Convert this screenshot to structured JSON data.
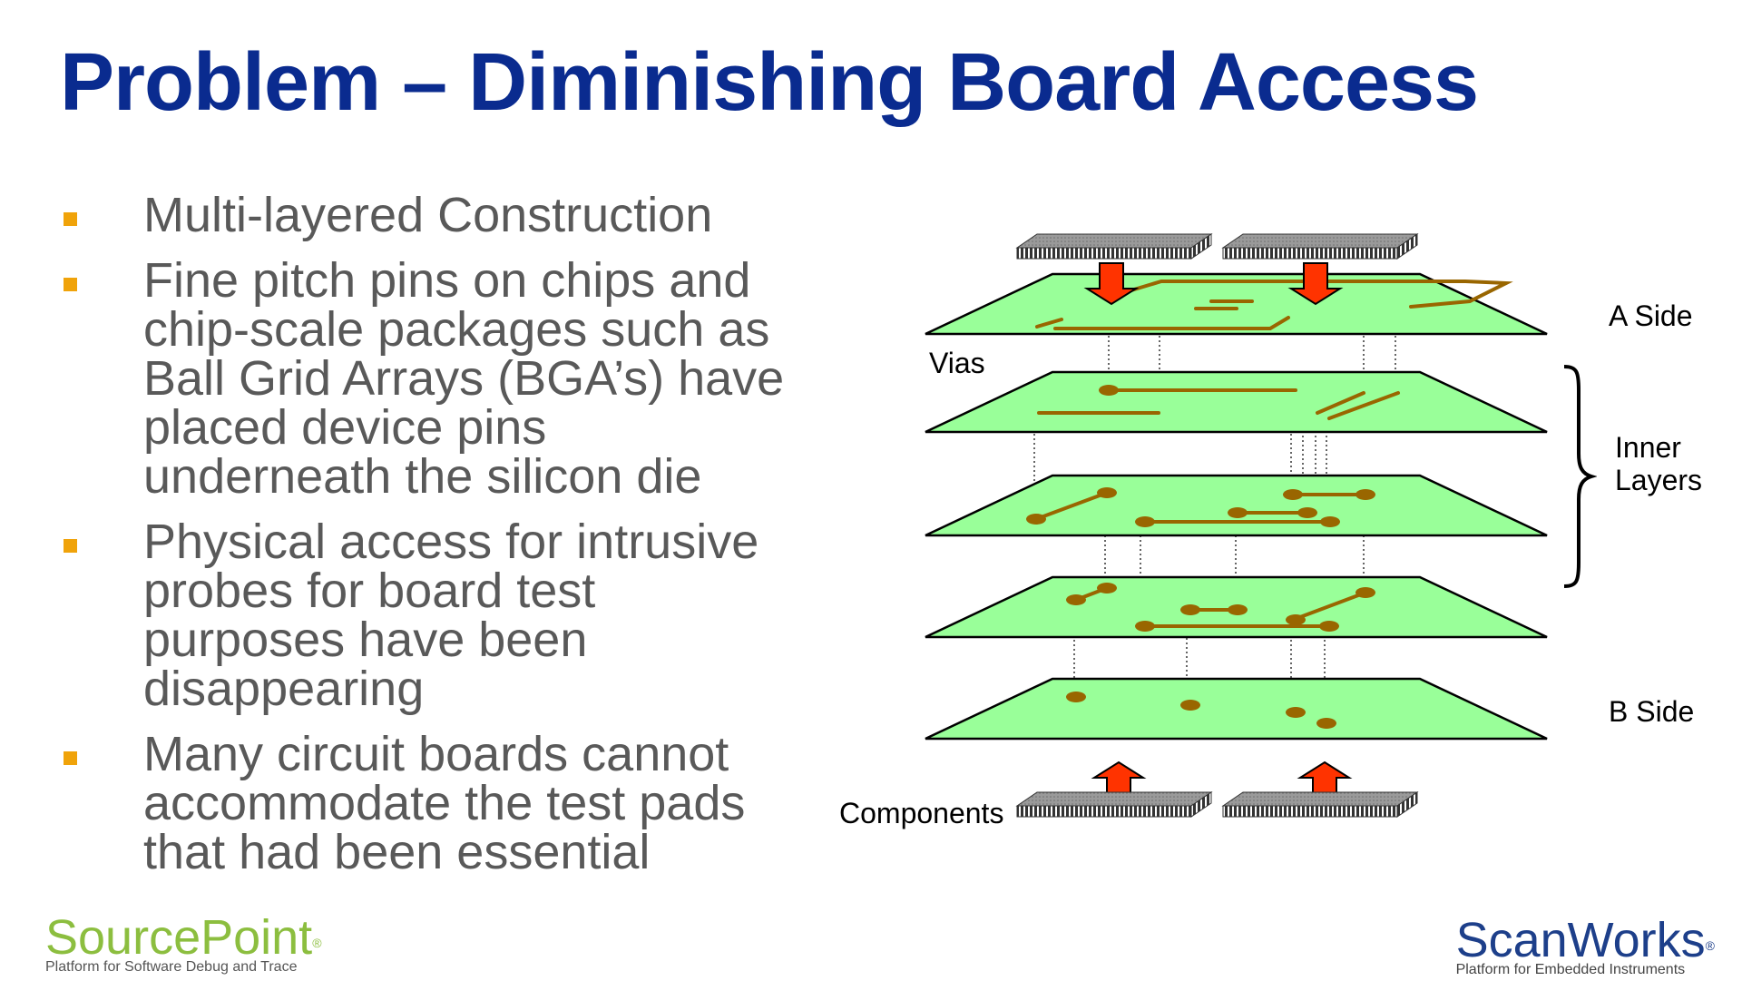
{
  "title": "Problem – Diminishing Board Access",
  "bullets": [
    {
      "lines": [
        "Multi-layered Construction"
      ]
    },
    {
      "lines": [
        "Fine pitch pins on chips and",
        "chip-scale packages such as",
        "Ball Grid Arrays (BGA’s) have",
        "placed device pins",
        "underneath the silicon die"
      ]
    },
    {
      "lines": [
        "Physical access for intrusive",
        "probes for board test",
        "purposes have been",
        "disappearing"
      ]
    },
    {
      "lines": [
        "Many circuit boards cannot",
        "accommodate the test pads",
        "that had been essential"
      ]
    }
  ],
  "diagram": {
    "labels": {
      "a_side": "A Side",
      "vias": "Vias",
      "inner_line1": "Inner",
      "inner_line2": "Layers",
      "b_side": "B Side",
      "components": "Components"
    },
    "colors": {
      "board_fill": "#99ff99",
      "trace": "#996600",
      "arrow": "#ff3300",
      "accent": "#f0a30a",
      "title": "#0a2b8f"
    }
  },
  "logos": {
    "left": {
      "name": "SourcePoint",
      "tagline": "Platform for Software Debug and Trace",
      "color": "#8cbe3f"
    },
    "right": {
      "name": "ScanWorks",
      "tagline": "Platform for Embedded Instruments",
      "color": "#1d3f8a"
    }
  }
}
